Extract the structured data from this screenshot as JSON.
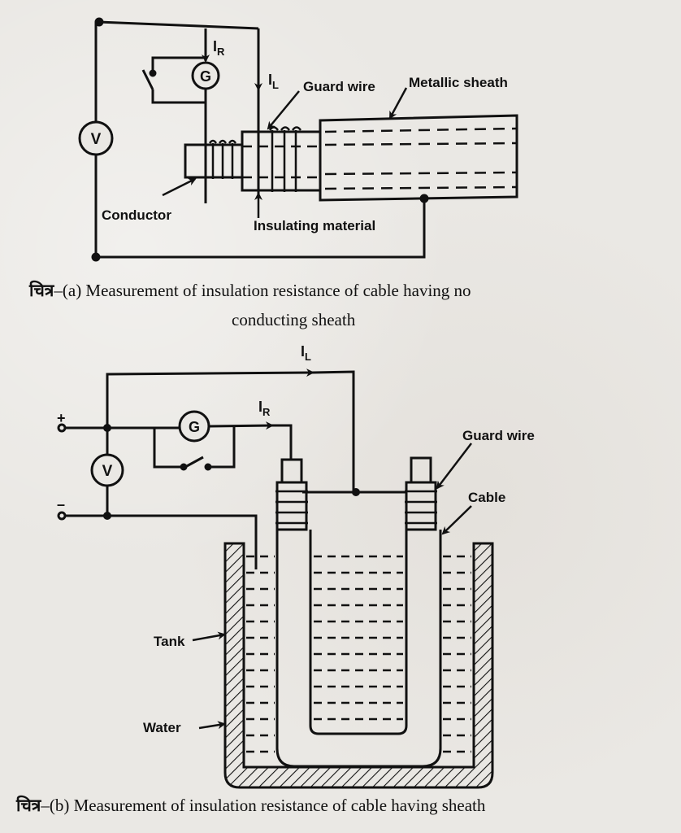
{
  "figure_a": {
    "labels": {
      "current_r": "I",
      "current_r_sub": "R",
      "current_l": "I",
      "current_l_sub": "L",
      "galvanometer": "G",
      "voltmeter": "V",
      "guard_wire": "Guard wire",
      "metallic_sheath": "Metallic sheath",
      "conductor": "Conductor",
      "insulating_material": "Insulating material"
    },
    "caption": {
      "prefix": "चित्र",
      "dash": "–",
      "text_line1": "(a) Measurement of insulation resistance  of cable having no",
      "text_line2": "conducting sheath"
    }
  },
  "figure_b": {
    "labels": {
      "current_l": "I",
      "current_l_sub": "L",
      "current_r": "I",
      "current_r_sub": "R",
      "plus": "+",
      "minus": "–",
      "galvanometer": "G",
      "voltmeter": "V",
      "guard_wire": "Guard wire",
      "cable": "Cable",
      "tank": "Tank",
      "water": "Water"
    },
    "caption": {
      "prefix": "चित्र",
      "dash": "–",
      "text": "(b) Measurement of insulation resistance of cable having sheath"
    }
  },
  "colors": {
    "ink": "#111111",
    "paper": "#eae8e4"
  }
}
